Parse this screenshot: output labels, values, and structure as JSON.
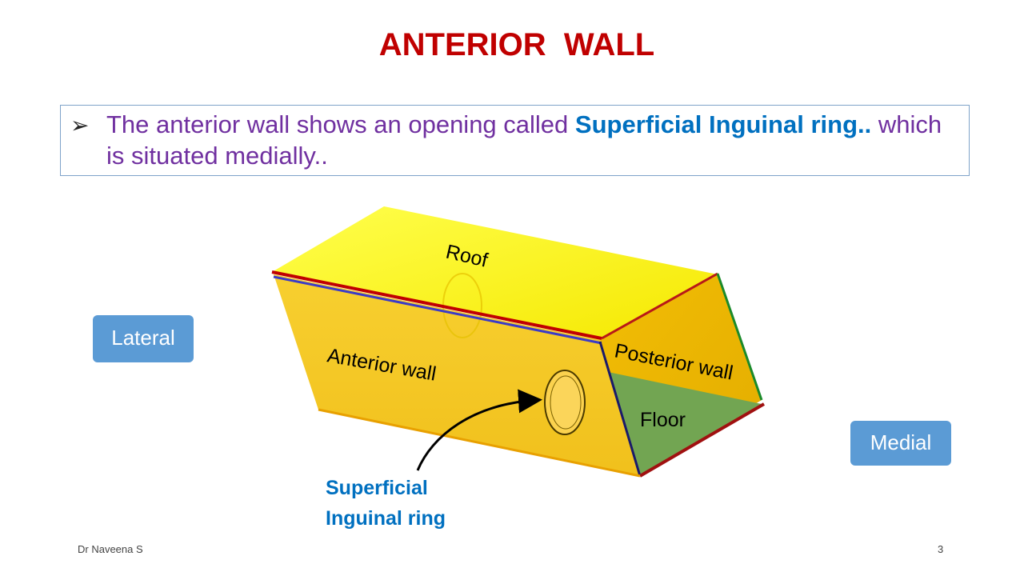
{
  "slide": {
    "title": "ANTERIOR  WALL",
    "bullet": {
      "marker": "➢",
      "text_before": "The anterior wall shows an opening called ",
      "highlight": "Superficial Inguinal ring..",
      "text_after": " which is situated medially.."
    },
    "direction_labels": {
      "lateral": "Lateral",
      "medial": "Medial"
    },
    "diagram_labels": {
      "roof": "Roof",
      "anterior_wall": "Anterior wall",
      "posterior_wall": "Posterior wall",
      "floor": "Floor",
      "ring_line1": "Superficial",
      "ring_line2": "Inguinal ring"
    },
    "footer": {
      "author": "Dr Naveena S",
      "page_number": "3"
    },
    "colors": {
      "title": "#c00000",
      "bullet_text": "#7030a0",
      "highlight": "#0070c0",
      "tag_fill": "#5b9bd5",
      "roof": "#ffff00",
      "anterior_wall": "#f3c416",
      "posterior_wall": "#e8b400",
      "floor": "#70a050"
    }
  }
}
